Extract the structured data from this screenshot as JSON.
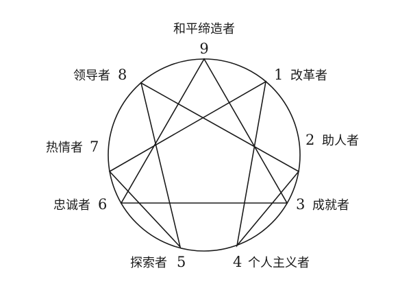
{
  "diagram": {
    "title": "和平缔造者",
    "points": [
      {
        "number": "1",
        "name": "改革者"
      },
      {
        "number": "2",
        "name": "助人者"
      },
      {
        "number": "3",
        "name": "成就者"
      },
      {
        "number": "4",
        "name": "个人主义者"
      },
      {
        "number": "5",
        "name": "探索者"
      },
      {
        "number": "6",
        "name": "忠诚者"
      },
      {
        "number": "7",
        "name": "热情者"
      },
      {
        "number": "8",
        "name": "领导者"
      },
      {
        "number": "9",
        "name": ""
      }
    ],
    "triangle": [
      "9",
      "3",
      "6"
    ],
    "hexad": [
      "1",
      "4",
      "2",
      "8",
      "5",
      "7"
    ]
  }
}
